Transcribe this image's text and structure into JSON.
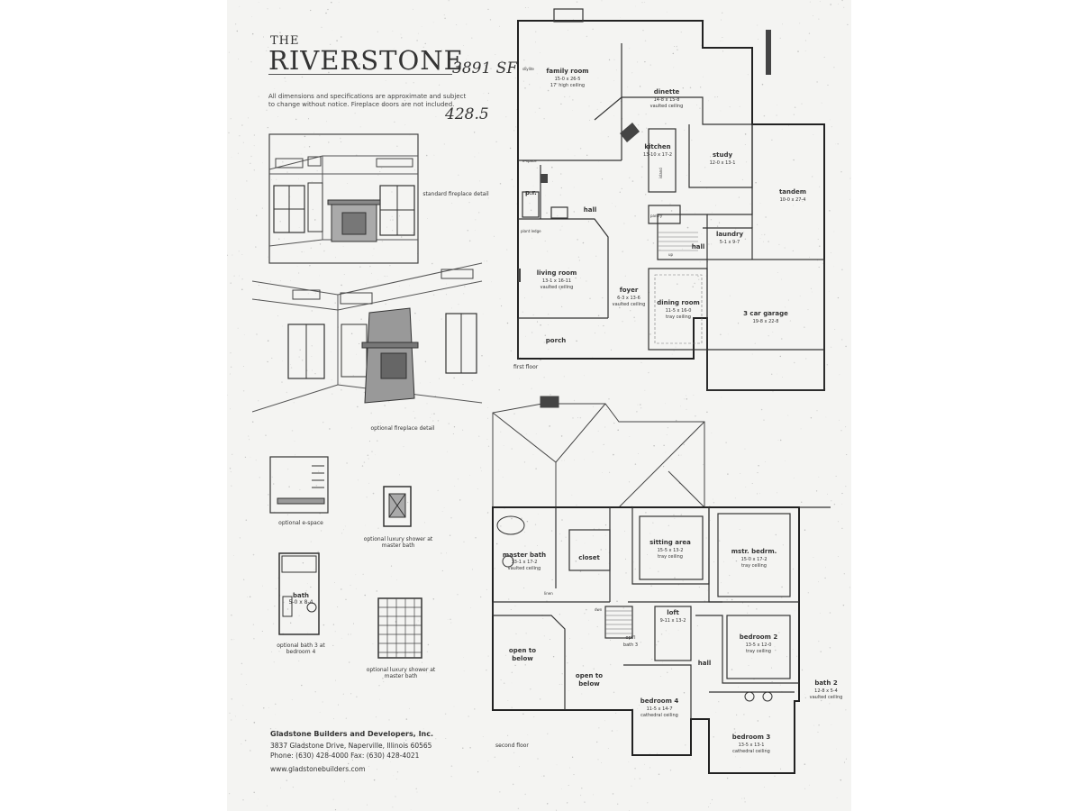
{
  "brand": {
    "the": "THE",
    "name": "RIVERSTONE"
  },
  "handwritten": {
    "square_feet": "3891 SF",
    "number": "428.5"
  },
  "disclaimer": "All dimensions and specifications are approximate and subject to change without notice. Fireplace doors are not included.",
  "details": {
    "standard_fireplace": "standard fireplace detail",
    "optional_fireplace": "optional fireplace detail",
    "optional_e_space": "optional e-space",
    "luxury_shower_1": "optional luxury shower at master bath",
    "bath3": {
      "name": "bath",
      "dims": "5-0 x 8-4"
    },
    "optional_bath3": "optional bath 3 at bedroom 4",
    "luxury_shower_2": "optional luxury shower at master bath"
  },
  "company": {
    "name": "Gladstone Builders and Developers, Inc.",
    "address": "3837 Gladstone Drive, Naperville, Illinois 60565",
    "phone": "Phone: (630) 428-4000  Fax: (630) 428-4021",
    "website": "www.gladstonebuilders.com"
  },
  "first_floor": {
    "label": "first floor",
    "rooms": {
      "family_room": {
        "name": "family room",
        "dims": "15-0 x 26-5",
        "note": "17' high ceiling"
      },
      "dinette": {
        "name": "dinette",
        "dims": "14-8 x 15-8",
        "note": "vaulted ceiling"
      },
      "kitchen": {
        "name": "kitchen",
        "dims": "13-10 x 17-2"
      },
      "study": {
        "name": "study",
        "dims": "12-0 x 13-1"
      },
      "tandem": {
        "name": "tandem",
        "dims": "10-0 x 27-4"
      },
      "laundry": {
        "name": "laundry",
        "dims": "5-1 x 9-7"
      },
      "living_room": {
        "name": "living room",
        "dims": "13-1 x 16-11",
        "note": "vaulted ceiling"
      },
      "foyer": {
        "name": "foyer",
        "dims": "6-3 x 13-6",
        "note": "vaulted ceiling"
      },
      "dining_room": {
        "name": "dining room",
        "dims": "11-5 x 16-0",
        "note": "tray ceiling"
      },
      "garage": {
        "name": "3 car garage",
        "dims": "19-8 x 22-8"
      },
      "porch": "porch",
      "hall_1": "hall",
      "hall_2": "hall",
      "pr": "p.r.",
      "e_space": "e-space",
      "island": "island",
      "plant_ledge": "plant ledge",
      "pantry": "pantry",
      "up": "up",
      "skylite": "skylite"
    }
  },
  "second_floor": {
    "label": "second floor",
    "rooms": {
      "master_bath": {
        "name": "master bath",
        "dims": "13-1 x 17-2",
        "note": "vaulted ceiling"
      },
      "closet": "closet",
      "sitting_area": {
        "name": "sitting area",
        "dims": "15-5 x 13-2",
        "note": "tray ceiling"
      },
      "master_bedroom": {
        "name": "mstr. bedrm.",
        "dims": "15-0 x 17-2",
        "note": "tray ceiling"
      },
      "loft": {
        "name": "loft",
        "dims": "9-11 x 13-2"
      },
      "bedroom2": {
        "name": "bedroom 2",
        "dims": "13-5 x 12-0",
        "note": "tray ceiling"
      },
      "bath2": {
        "name": "bath 2",
        "dims": "12-8 x 5-4",
        "note": "vaulted ceiling"
      },
      "bedroom4": {
        "name": "bedroom 4",
        "dims": "11-5 x 14-7",
        "note": "cathedral ceiling"
      },
      "bedroom3": {
        "name": "bedroom 3",
        "dims": "13-5 x 13-1",
        "note": "cathedral ceiling"
      },
      "open_below_1": [
        "open to",
        "below"
      ],
      "open_below_2": [
        "open to",
        "below"
      ],
      "opt_bath3": [
        "opt'l",
        "bath 3"
      ],
      "hall": "hall",
      "linen": "linen",
      "down": "dwn"
    }
  }
}
